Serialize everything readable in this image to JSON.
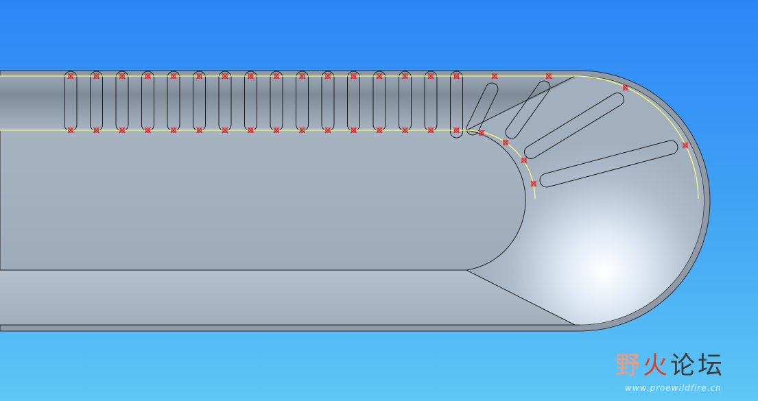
{
  "watermark": {
    "title_part1": "野",
    "title_part2": "火",
    "title_part3": "论坛",
    "url": "www.proewildfire.cn"
  },
  "colors": {
    "background_top": "#2d86f7",
    "background_bottom": "#5ec7f5",
    "part_face": "#a3b1c0",
    "curve_highlight": "#ffff66",
    "point_marker": "#e0202a"
  },
  "icons": {
    "point_marker": "x-cross-point-icon"
  }
}
